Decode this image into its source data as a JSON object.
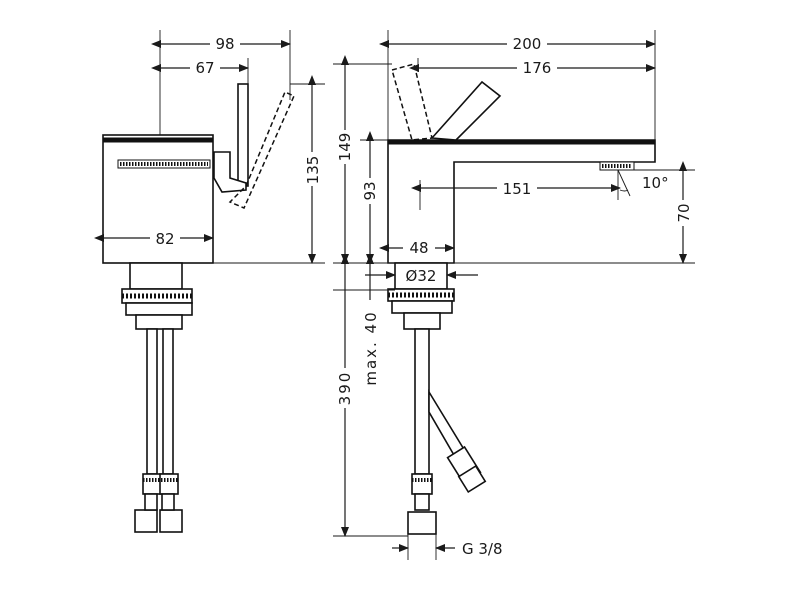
{
  "drawing": {
    "side_view": {
      "dim_98": "98",
      "dim_67": "67",
      "dim_135": "135",
      "dim_82": "82"
    },
    "front_view": {
      "dim_200": "200",
      "dim_176": "176",
      "dim_149": "149",
      "dim_93": "93",
      "dim_151": "151",
      "dim_10deg": "10°",
      "dim_70": "70",
      "dim_48": "48",
      "dim_32": "Ø32",
      "dim_max40": "max. 40",
      "dim_390": "390",
      "thread": "G 3/8"
    },
    "colors": {
      "line": "#1a1a1a",
      "background": "#ffffff"
    }
  }
}
